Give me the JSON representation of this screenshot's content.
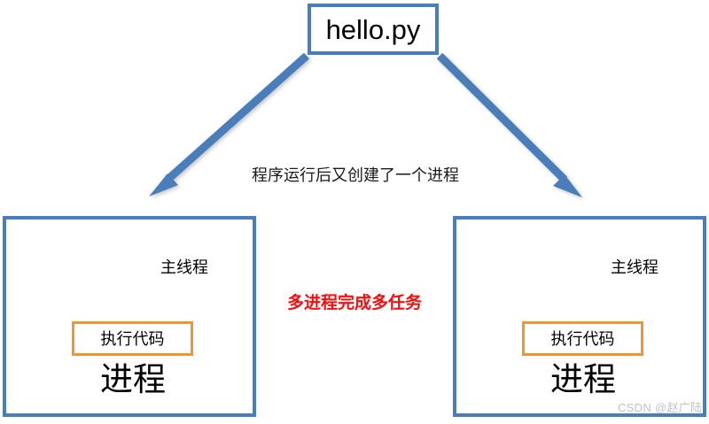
{
  "diagram": {
    "script": {
      "label": "hello.py"
    },
    "spawn_caption": "程序运行后又创建了一个进程",
    "multitask_caption": "多进程完成多任务",
    "processes": [
      {
        "thread_label": "主线程",
        "code_label": "执行代码",
        "title": "进程"
      },
      {
        "thread_label": "主线程",
        "code_label": "执行代码",
        "title": "进程"
      }
    ],
    "watermark": "CSDN @赵广陆",
    "colors": {
      "box_border_blue": "#4a7ebb",
      "arrow_blue": "#4a7ebb",
      "arrow_red": "#ee1111",
      "code_border_orange": "#f0952f",
      "caption_red": "#fc0d0d",
      "watermark_gray": "#bdc3c7",
      "background": "#ffffff"
    }
  }
}
